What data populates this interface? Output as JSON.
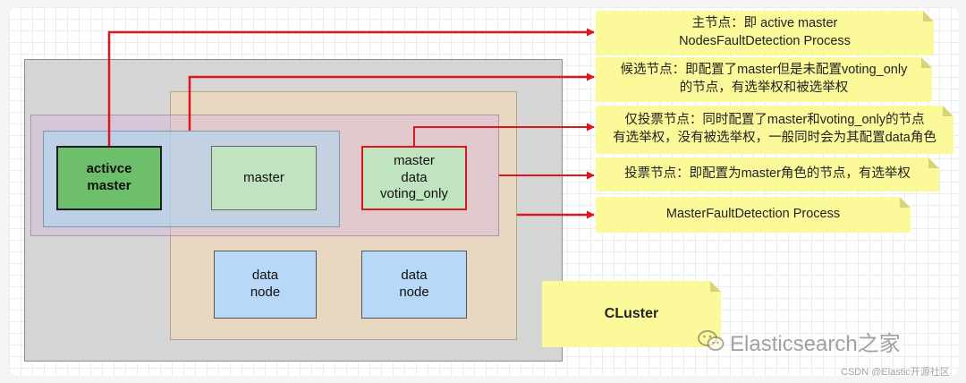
{
  "nodes": {
    "active_master": "activce\nmaster",
    "master": "master",
    "master_voting": "master\ndata\nvoting_only",
    "data_node_1": "data\nnode",
    "data_node_2": "data\nnode"
  },
  "notes": {
    "main_node": "主节点：即 active master\nNodesFaultDetection Process",
    "candidate_node": "候选节点：即配置了master但是未配置voting_only\n的节点，有选举权和被选举权",
    "voting_only_node": "仅投票节点：同时配置了master和voting_only的节点\n有选举权，没有被选举权，一般同时会为其配置data角色",
    "voting_node": "投票节点：即配置为master角色的节点，有选举权",
    "master_fault_detection": "MasterFaultDetection Process",
    "cluster": "CLuster"
  },
  "watermark": {
    "text": "Elasticsearch之家",
    "icon": "wechat-icon"
  },
  "footnote": "CSDN @Elastic开源社区",
  "colors": {
    "arrow": "#e0151b",
    "note_fill": "#fcf99b",
    "active_master_fill": "#6dbf6b",
    "master_fill": "#bfe4bf",
    "data_fill": "#b7d8f7",
    "cluster_fill": "#d5d5d5"
  }
}
